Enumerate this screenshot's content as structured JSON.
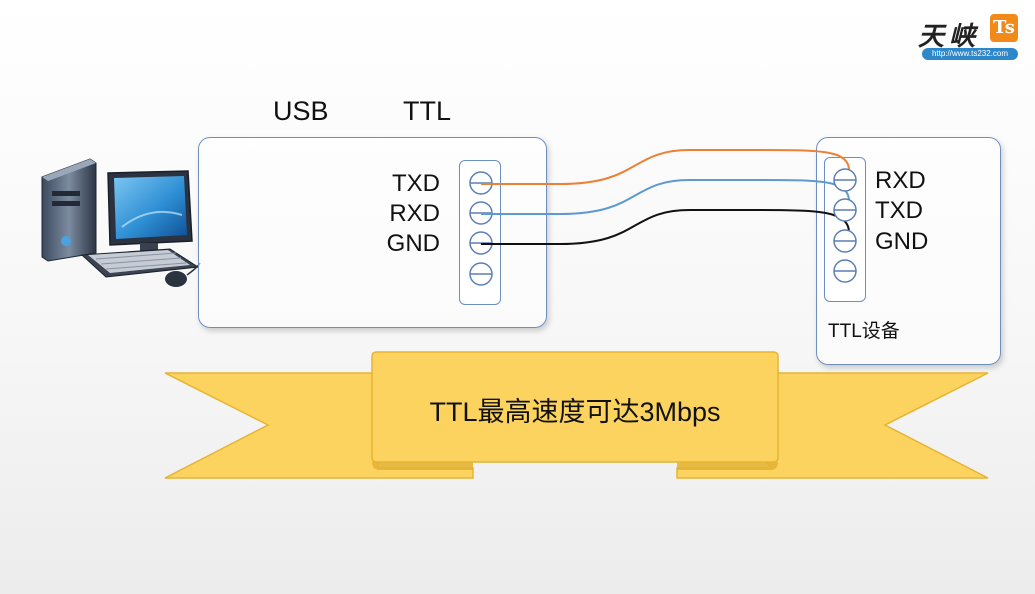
{
  "logo": {
    "brand_glyphs": "天 峡",
    "badge": "Ts",
    "url": "http://www.ts232.com"
  },
  "usb_box": {
    "header_usb": "USB",
    "header_ttl": "TTL",
    "pins": [
      "TXD",
      "RXD",
      "GND"
    ]
  },
  "ttl_device": {
    "pins": [
      "RXD",
      "TXD",
      "GND"
    ],
    "label": "TTL设备"
  },
  "banner": {
    "text": "TTL最高速度可达3Mbps",
    "fill_color": "#fcd35e",
    "stroke_color": "#e6b433"
  },
  "wires": [
    {
      "from": "TXD",
      "to": "RXD",
      "color": "#ec8035"
    },
    {
      "from": "RXD",
      "to": "TXD",
      "color": "#5d9ad0"
    },
    {
      "from": "GND",
      "to": "GND",
      "color": "#111111"
    }
  ]
}
